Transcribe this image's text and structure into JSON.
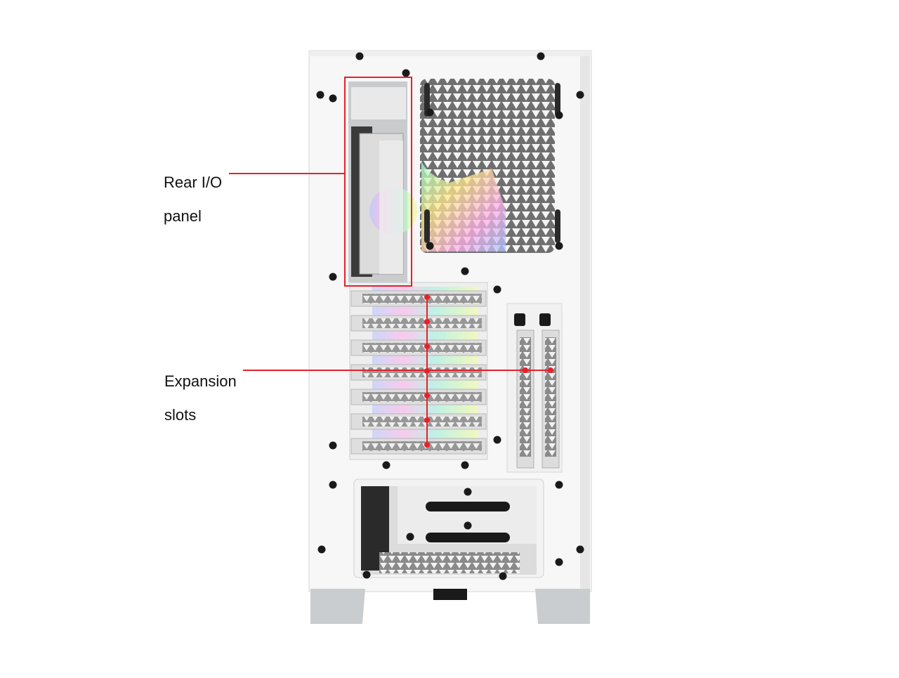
{
  "callouts": {
    "rear_io": {
      "line1": "Rear I/O",
      "line2": "panel"
    },
    "expansion": {
      "line1": "Expansion",
      "line2": "slots"
    }
  },
  "colors": {
    "callout_line": "#e8202a",
    "case_body": "#f6f6f6",
    "case_shadow": "#d9d9d9",
    "mesh": "#ffffff",
    "screw": "#1a1a1a",
    "feet": "#c9cdd0"
  },
  "counts": {
    "horizontal_slots": 7,
    "vertical_slots": 2
  }
}
